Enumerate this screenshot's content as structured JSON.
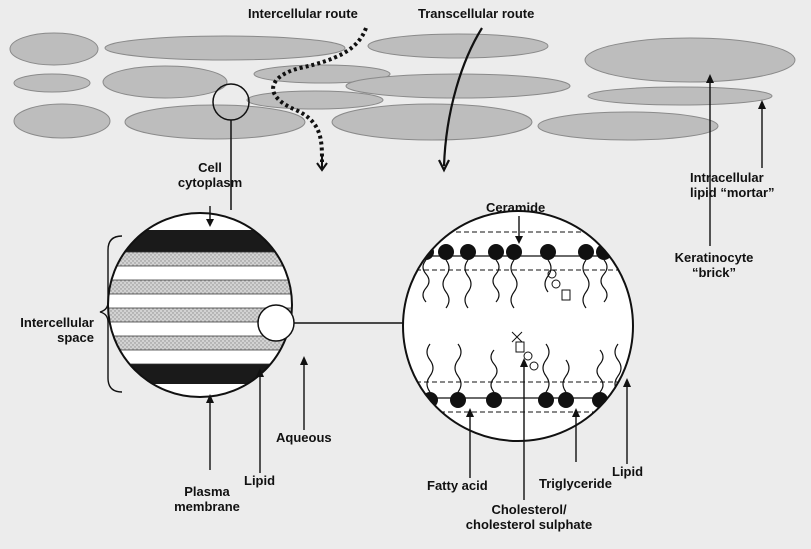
{
  "routes": {
    "intercellular": "Intercellular route",
    "transcellular": "Transcellular route"
  },
  "labels": {
    "cell_cytoplasm": [
      "Cell",
      "cytoplasm"
    ],
    "intercellular_space": [
      "Intercellular",
      "space"
    ],
    "aqueous": "Aqueous",
    "lipid_left": "Lipid",
    "plasma_membrane": [
      "Plasma",
      "membrane"
    ],
    "ceramide": "Ceramide",
    "fatty_acid": "Fatty acid",
    "triglyceride": "Triglyceride",
    "lipid_right": "Lipid",
    "cholesterol": [
      "Cholesterol/",
      "cholesterol sulphate"
    ],
    "intracellular_lipid": [
      "Intracellular",
      "lipid “mortar”"
    ],
    "keratinocyte": [
      "Keratinocyte",
      "“brick”"
    ]
  },
  "colors": {
    "background": "#ececec",
    "cell_fill": "#bdbdbd",
    "cell_stroke": "#8a8a8a",
    "line": "#111111",
    "dark_band": "#1a1a1a",
    "dotted_band": "#c9c9c9"
  }
}
